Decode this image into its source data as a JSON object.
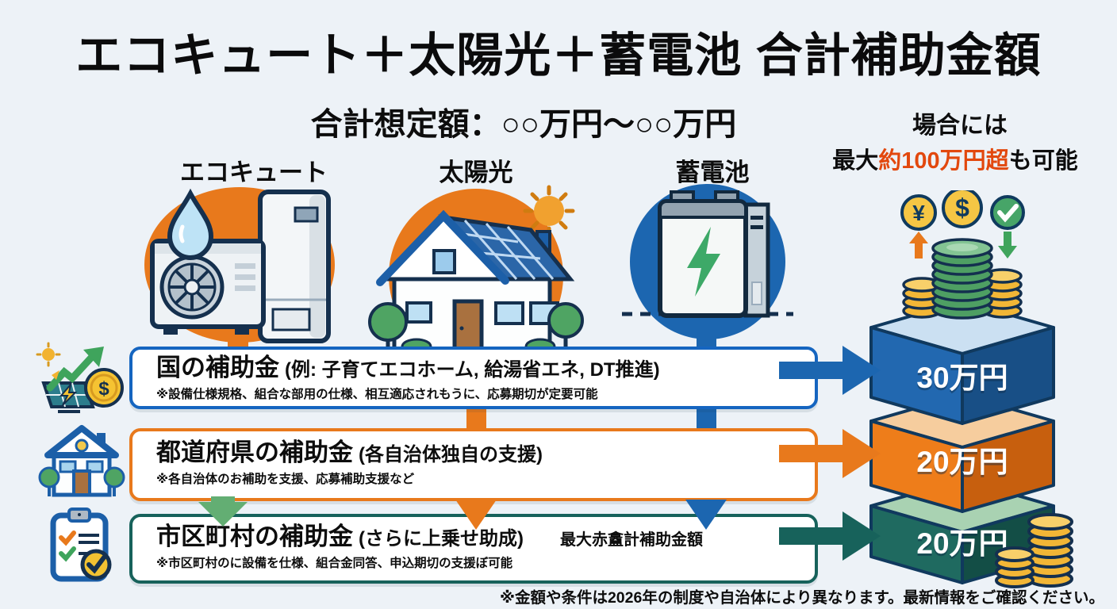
{
  "header": {
    "title": "エコキュート＋太陽光＋蓄電池 合計補助金額",
    "subtitle": "合計想定額：○○万円～○○万円"
  },
  "max_note": {
    "line1": "場合には",
    "prefix": "最大",
    "highlight": "約100万円超",
    "suffix": "も可能"
  },
  "products": [
    {
      "label": "エコキュート"
    },
    {
      "label": "太陽光"
    },
    {
      "label": "蓄電池"
    }
  ],
  "rows": [
    {
      "title": "国の補助金",
      "paren": "(例: 子育てエコホーム, 給湯省エネ, DT推進)",
      "note": "※設備仕様規格、組合な部用の仕様、相互適応されもうに、応募期切が定要可能"
    },
    {
      "title": "都道府県の補助金",
      "paren": "(各自治体独自の支援)",
      "note": "※各自治体のお補助を支援、応募補助支援など"
    },
    {
      "title": "市区町村の補助金",
      "paren": "(さらに上乗せ助成)",
      "note": "※市区町村のに設備を仕様、組合金同答、申込期切の支援ぼ可能",
      "aside": "最大赤盫計補助金額"
    }
  ],
  "stack": {
    "amounts": [
      "30万円",
      "20万円",
      "20万円"
    ],
    "yen_symbol": "¥",
    "dollar_symbol": "$"
  },
  "footer": {
    "disclaimer": "※金額や条件は2026年の制度や自治体により異なります。最新情報をご確認ください。"
  },
  "colors": {
    "accent_orange": "#e8791c",
    "accent_blue": "#1c66b0",
    "accent_teal": "#17625b",
    "highlight_red": "#e2480e",
    "gold": "#f2b636",
    "green": "#3fa45c",
    "background": "#edf2f7"
  }
}
